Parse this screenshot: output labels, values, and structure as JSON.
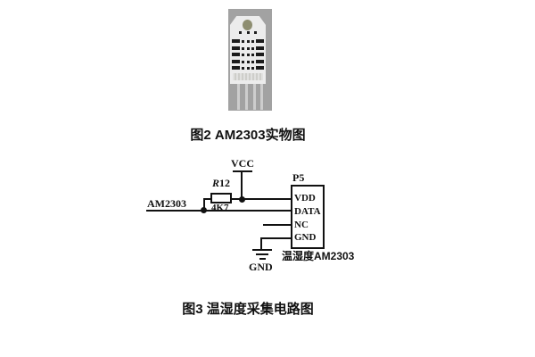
{
  "figure2": {
    "caption": "图2 AM2303实物图"
  },
  "figure3": {
    "caption": "图3 温湿度采集电路图",
    "vcc_label": "VCC",
    "resistor_ref_prefix": "R",
    "resistor_ref_suffix": "12",
    "resistor_value": "4K7",
    "input_label": "AM2303",
    "connector_label": "P5",
    "pins": [
      "VDD",
      "DATA",
      "NC",
      "GND"
    ],
    "ground_label": "GND",
    "module_label": "温湿度AM2303"
  },
  "colors": {
    "line": "#111111",
    "photo_background": "#a2a2a2",
    "sensor_body": "#ececec",
    "sensor_hole": "#8e8e71",
    "sensor_pin": "#cdcdcd"
  }
}
